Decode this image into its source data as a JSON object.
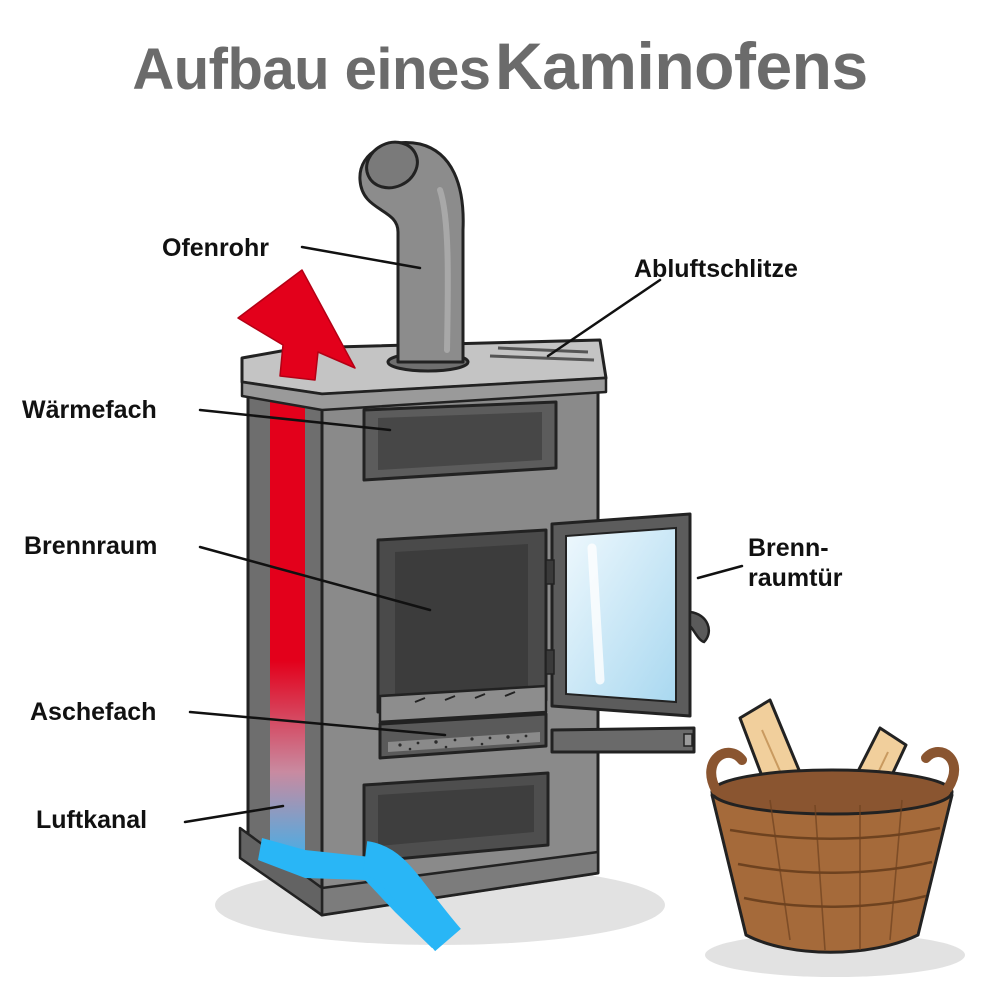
{
  "title": {
    "part1": "Aufbau eines",
    "part2": "Kaminofens"
  },
  "labels": {
    "ofenrohr": "Ofenrohr",
    "abluftschlitze": "Abluftschlitze",
    "waermefach": "Wärmefach",
    "brennraum": "Brennraum",
    "brennraumtuer_line1": "Brenn-",
    "brennraumtuer_line2": "raumtür",
    "aschefach": "Aschefach",
    "luftkanal": "Luftkanal"
  },
  "colors": {
    "title": "#6b6b6b",
    "stove_front": "#8a8a8a",
    "stove_side": "#6e6e6e",
    "stove_top": "#c4c4c4",
    "hot_air": "#e3001b",
    "cold_air": "#29b6f6",
    "glass": "#cfe9f7",
    "basket": "#a56a3a",
    "wood": "#f1cf9c"
  }
}
